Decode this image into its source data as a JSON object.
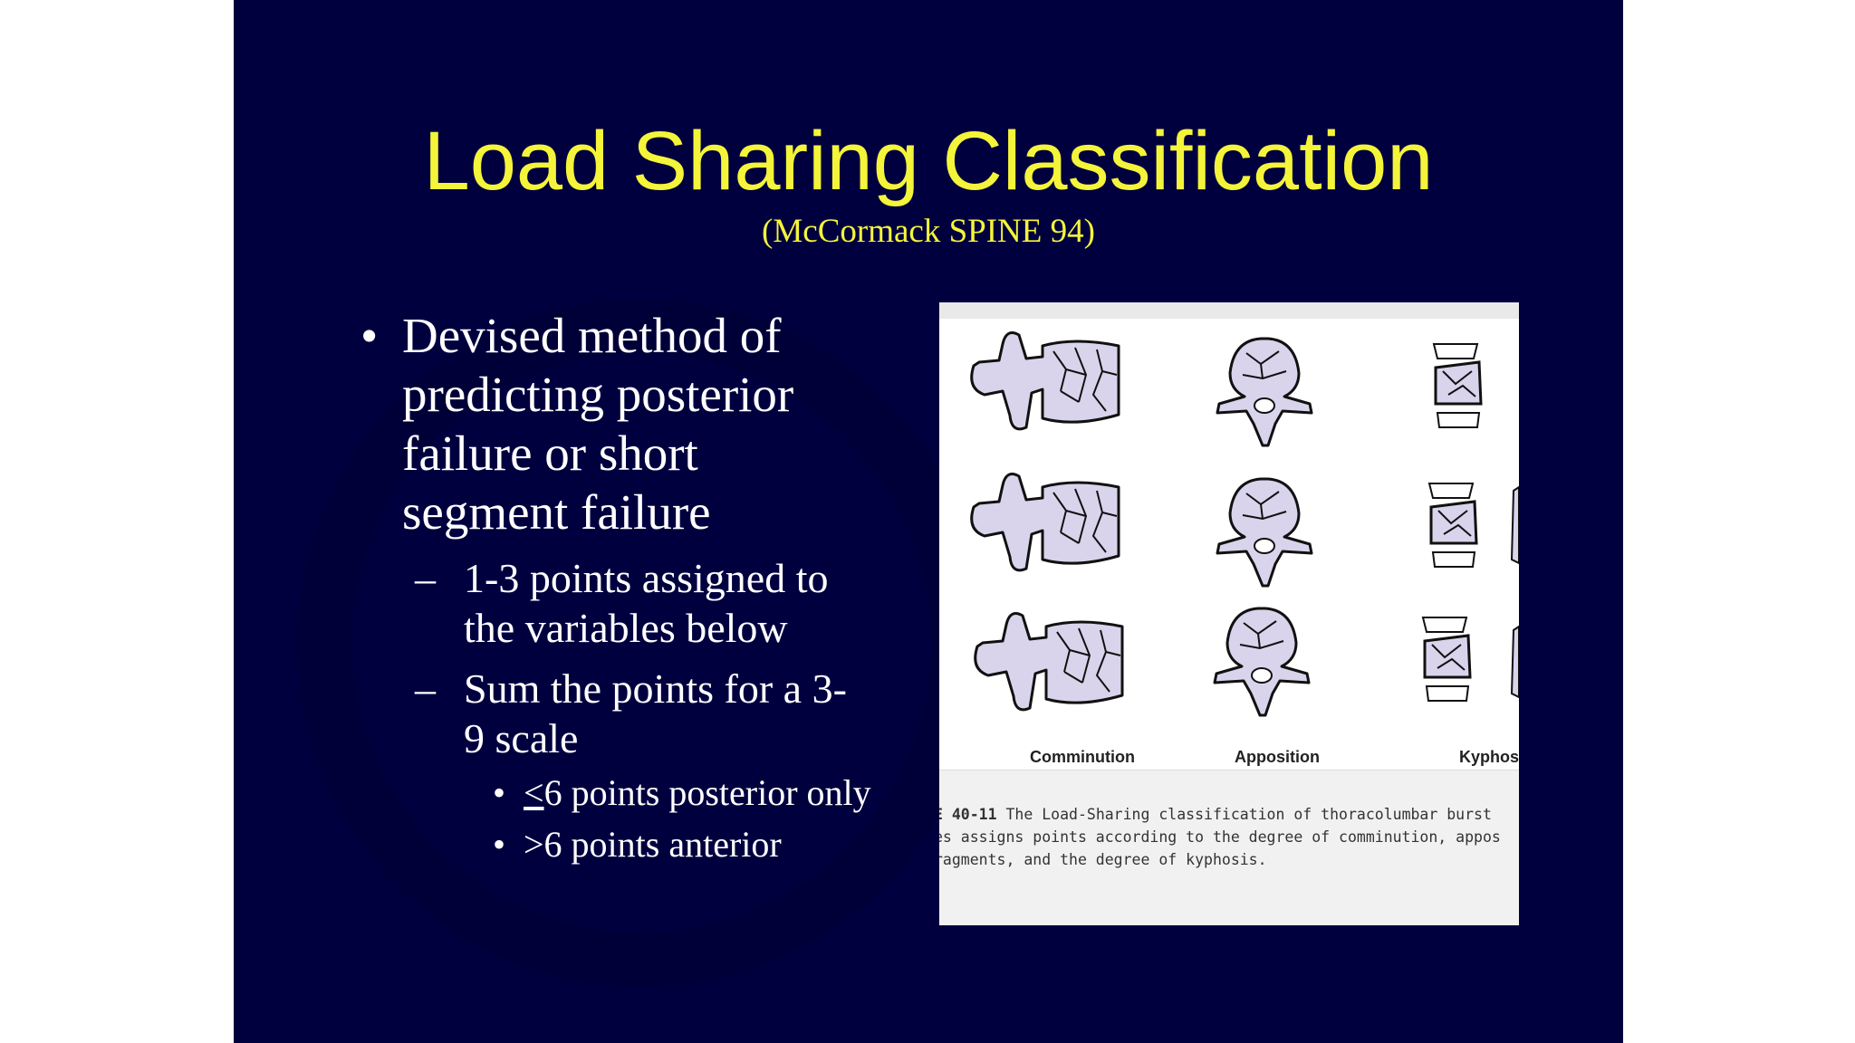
{
  "title": "Load Sharing Classification",
  "subtitle": "(McCormack SPINE 94)",
  "bullets": {
    "main": "Devised method of predicting posterior failure or short segment failure",
    "sub1": "1-3 points assigned to the variables below",
    "sub2": "Sum the points for a 3-9 scale",
    "sub2_line1": "Sum the points for a 3-",
    "sub2_line2": "9 scale",
    "main_line1": "Devised method of",
    "main_line2": "predicting posterior",
    "main_line3": "failure or short",
    "main_line4": "segment failure",
    "sub1_line1": "1-3 points assigned to",
    "sub1_line2": "the variables below",
    "subsub1_symbol": "<",
    "subsub1_rest": "6 points posterior only",
    "subsub2": ">6 points anterior",
    "bullet_symbol": "•",
    "dash_symbol": "–"
  },
  "figure": {
    "columns": [
      "Comminution",
      "Apposition",
      "Kyphos"
    ],
    "caption_number": "E 40-11",
    "caption_line1": " The Load-Sharing classification of thoracolumbar burst",
    "caption_line2": "es assigns points according to the degree of comminution, appos",
    "caption_line3": "ragments, and the degree of kyphosis."
  }
}
